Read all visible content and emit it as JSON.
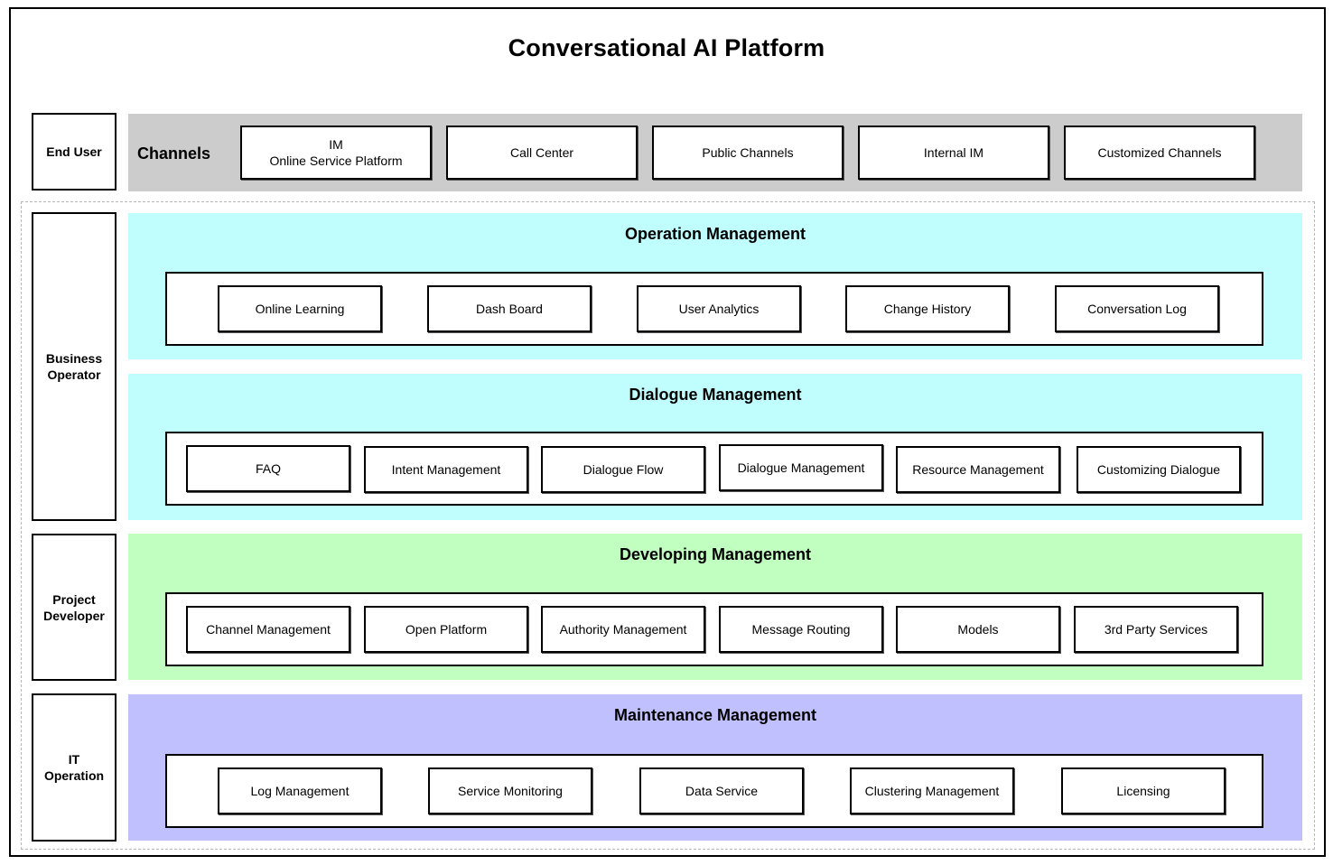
{
  "title": "Conversational AI Platform",
  "colors": {
    "channels_band": "#cccccc",
    "operation_band": "#c0fefe",
    "dialogue_band": "#c0fefe",
    "developing_band": "#c0ffc0",
    "maintenance_band": "#c0c0ff",
    "border": "#000000",
    "dashed_border": "#b8b8b8"
  },
  "roles": {
    "end_user": "End User",
    "business_operator": "Business\nOperator",
    "project_developer": "Project\nDeveloper",
    "it_operation": "IT\nOperation"
  },
  "channels": {
    "label": "Channels",
    "items": [
      "IM\nOnline Service Platform",
      "Call Center",
      "Public Channels",
      "Internal IM",
      "Customized Channels"
    ]
  },
  "operation": {
    "label": "Operation Management",
    "items": [
      "Online Learning",
      "Dash Board",
      "User Analytics",
      "Change History",
      "Conversation Log"
    ]
  },
  "dialogue": {
    "label": "Dialogue Management",
    "items": [
      "FAQ",
      "Intent Management",
      "Dialogue Flow",
      "Dialogue Management",
      "Resource Management",
      "Customizing Dialogue"
    ]
  },
  "developing": {
    "label": "Developing Management",
    "items": [
      "Channel Management",
      "Open Platform",
      "Authority Management",
      "Message Routing",
      "Models",
      "3rd Party Services"
    ]
  },
  "maintenance": {
    "label": "Maintenance Management",
    "items": [
      "Log Management",
      "Service Monitoring",
      "Data Service",
      "Clustering Management",
      "Licensing"
    ]
  }
}
